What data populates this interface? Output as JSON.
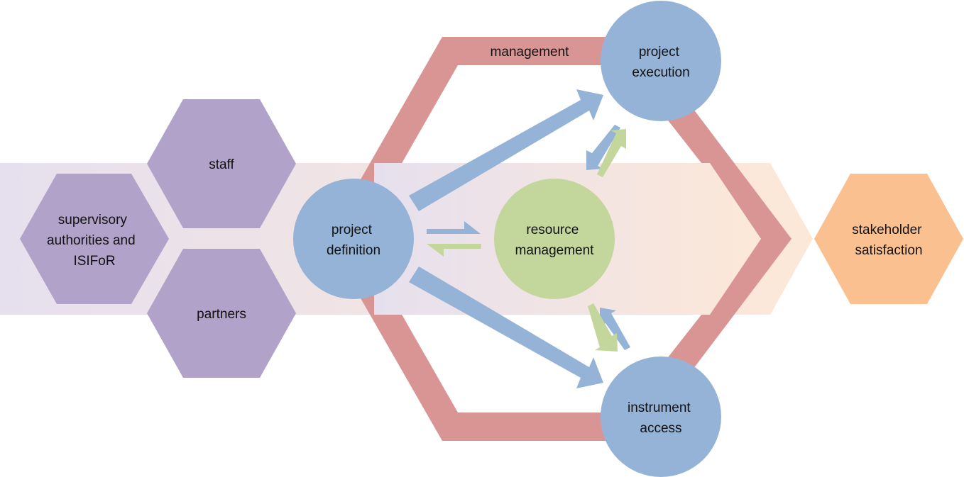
{
  "colors": {
    "purple_hex": "#b0a2c8",
    "band_start": "#e6e0ee",
    "band_end": "#fde8d8",
    "management_hex": "#d99594",
    "circle_blue": "#95b3d7",
    "circle_green": "#c3d69b",
    "arrow_blue": "#95b3d7",
    "arrow_green": "#c3d69b",
    "stakeholder_orange": "#fac090"
  },
  "nodes": {
    "supervisory": [
      "supervisory",
      "authorities and",
      "ISIFoR"
    ],
    "staff": [
      "staff"
    ],
    "partners": [
      "partners"
    ],
    "project_definition": [
      "project",
      "definition"
    ],
    "resource_management": [
      "resource",
      "management"
    ],
    "project_execution": [
      "project",
      "execution"
    ],
    "instrument_access": [
      "instrument",
      "access"
    ],
    "stakeholder_satisfaction": [
      "stakeholder",
      "satisfaction"
    ]
  },
  "management_label": "management"
}
